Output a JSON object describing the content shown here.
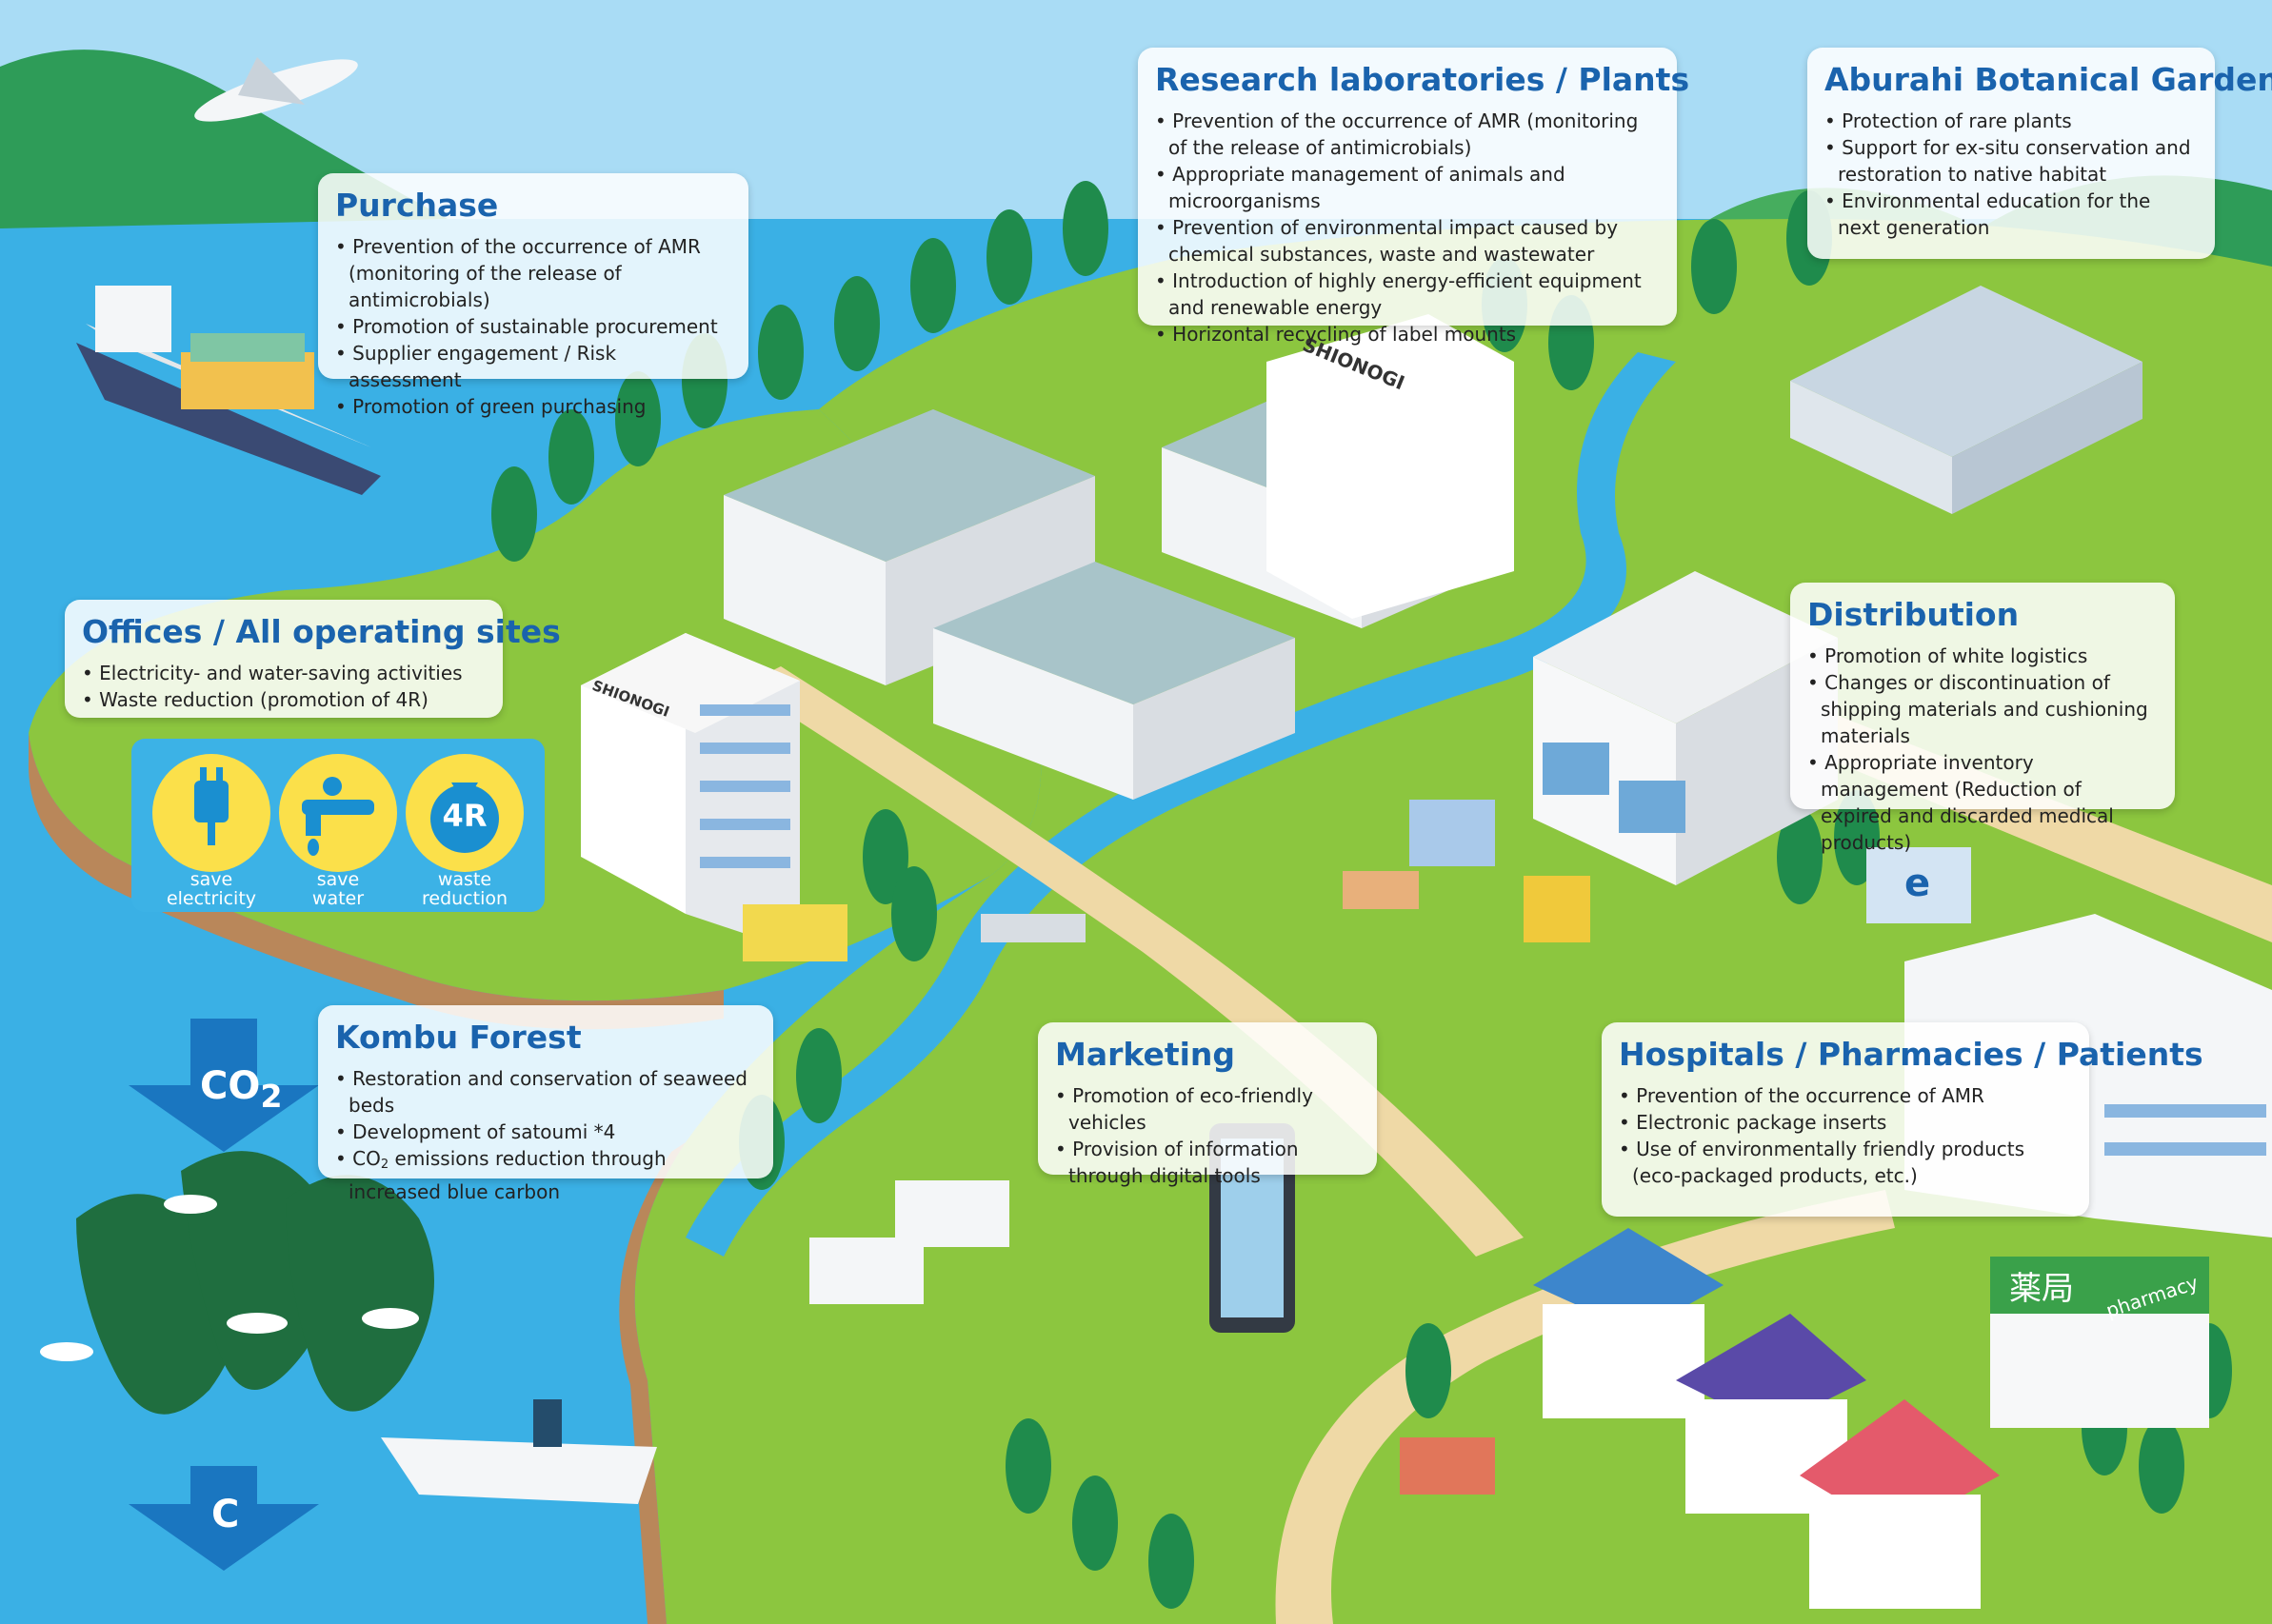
{
  "callouts": {
    "purchase": {
      "title": "Purchase",
      "items": [
        "Prevention of the occurrence of AMR (monitoring of the release of antimicrobials)",
        "Promotion of sustainable procurement",
        "Supplier engagement / Risk assessment",
        "Promotion of green purchasing"
      ]
    },
    "research": {
      "title": "Research laboratories / Plants",
      "items": [
        "Prevention of the occurrence of AMR (monitoring of the release of antimicrobials)",
        "Appropriate management of animals and microorganisms",
        "Prevention of environmental impact caused by chemical substances, waste and wastewater",
        "Introduction of highly energy-efficient equipment and renewable energy",
        "Horizontal recycling of label mounts"
      ]
    },
    "aburahi": {
      "title": "Aburahi Botanical Gardens",
      "items": [
        "Protection of rare plants",
        "Support for ex-situ conservation and restoration to native habitat",
        "Environmental education for the next generation"
      ]
    },
    "offices": {
      "title": "Offices / All operating sites",
      "items": [
        "Electricity- and water-saving activities",
        "Waste reduction (promotion of 4R)"
      ]
    },
    "distribution": {
      "title": "Distribution",
      "items": [
        "Promotion of white logistics",
        "Changes or discontinuation of shipping materials and cushioning materials",
        "Appropriate inventory management (Reduction of expired and discarded medical products)"
      ]
    },
    "kombu": {
      "title": "Kombu Forest",
      "items": [
        "Restoration and conservation of seaweed beds",
        "Development of satoumi *4",
        "CO2 emissions reduction through increased blue carbon"
      ]
    },
    "marketing": {
      "title": "Marketing",
      "items": [
        "Promotion of eco-friendly vehicles",
        "Provision of information through digital tools"
      ]
    },
    "hospitals": {
      "title": "Hospitals / Pharmacies / Patients",
      "items": [
        "Prevention of the occurrence of AMR",
        "Electronic package inserts",
        "Use of environmentally friendly products (eco-packaged products, etc.)"
      ]
    }
  },
  "eco_icons": [
    {
      "label": "save\nelectricity",
      "icon": "plug-icon"
    },
    {
      "label": "save\nwater",
      "icon": "faucet-icon"
    },
    {
      "label": "waste\nreduction",
      "icon": "4r-bag-icon",
      "badge": "4R"
    }
  ],
  "carbon": {
    "co2": "CO2",
    "c": "C"
  },
  "signage": {
    "brand": "SHIONOGI",
    "pharmacy_en": "pharmacy",
    "pharmacy_jp": "薬局",
    "truck_logo": "e"
  },
  "colors": {
    "sea": "#3ab0e5",
    "sky": "#a9dcf5",
    "grass": "#8cc63f",
    "dark_green": "#1f8b4c",
    "title_blue": "#1a63ad",
    "eco_panel": "#3cb2e6",
    "eco_icon": "#fbe04a",
    "road": "#efd9a6"
  }
}
